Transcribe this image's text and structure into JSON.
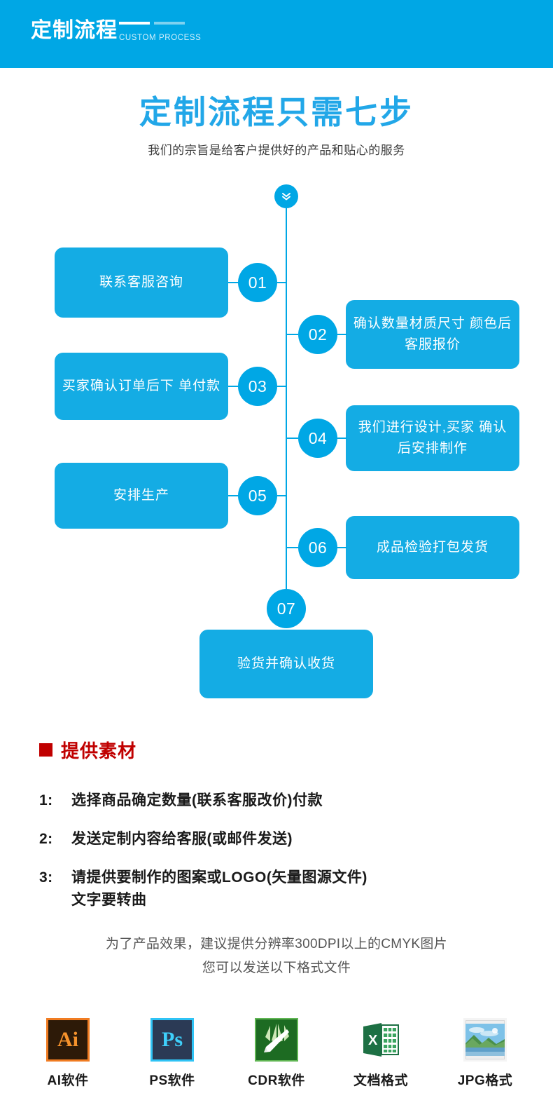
{
  "banner": {
    "title": "定制流程",
    "subtitle": "CUSTOM PROCESS",
    "bg_color": "#00a7e5"
  },
  "heading": {
    "title": "定制流程只需七步",
    "subtitle": "我们的宗旨是给客户提供好的产品和贴心的服务",
    "title_color": "#22a7e8"
  },
  "flow": {
    "top_icon": "chevron-double-down-icon",
    "accent_color": "#00a7e5",
    "box_color": "#14ace4",
    "steps": [
      {
        "number": "01",
        "label": "联系客服咨询",
        "side": "left"
      },
      {
        "number": "02",
        "label": "确认数量材质尺寸\n颜色后客服报价",
        "side": "right"
      },
      {
        "number": "03",
        "label": "买家确认订单后下\n单付款",
        "side": "left"
      },
      {
        "number": "04",
        "label": "我们进行设计,买家\n确认后安排制作",
        "side": "right"
      },
      {
        "number": "05",
        "label": "安排生产",
        "side": "left"
      },
      {
        "number": "06",
        "label": "成品检验打包发货",
        "side": "right"
      },
      {
        "number": "07",
        "label": "验货并确认收货",
        "side": "center"
      }
    ]
  },
  "materials": {
    "section_title": "提供素材",
    "section_title_color": "#c00000",
    "items": [
      {
        "num": "1:",
        "text": "选择商品确定数量(联系客服改价)付款"
      },
      {
        "num": "2:",
        "text": "发送定制内容给客服(或邮件发送)"
      },
      {
        "num": "3:",
        "text": "请提供要制作的图案或LOGO(矢量图源文件)\n文字要转曲"
      }
    ],
    "note_line1": "为了产品效果，建议提供分辨率300DPI以上的CMYK图片",
    "note_line2": "您可以发送以下格式文件"
  },
  "formats": [
    {
      "icon": "adobe-illustrator-icon",
      "glyph": "Ai",
      "label": "AI软件"
    },
    {
      "icon": "adobe-photoshop-icon",
      "glyph": "Ps",
      "label": "PS软件"
    },
    {
      "icon": "coreldraw-icon",
      "glyph": "",
      "label": "CDR软件"
    },
    {
      "icon": "excel-document-icon",
      "glyph": "X",
      "label": "文档格式"
    },
    {
      "icon": "jpg-photo-icon",
      "glyph": "",
      "label": "JPG格式"
    }
  ]
}
